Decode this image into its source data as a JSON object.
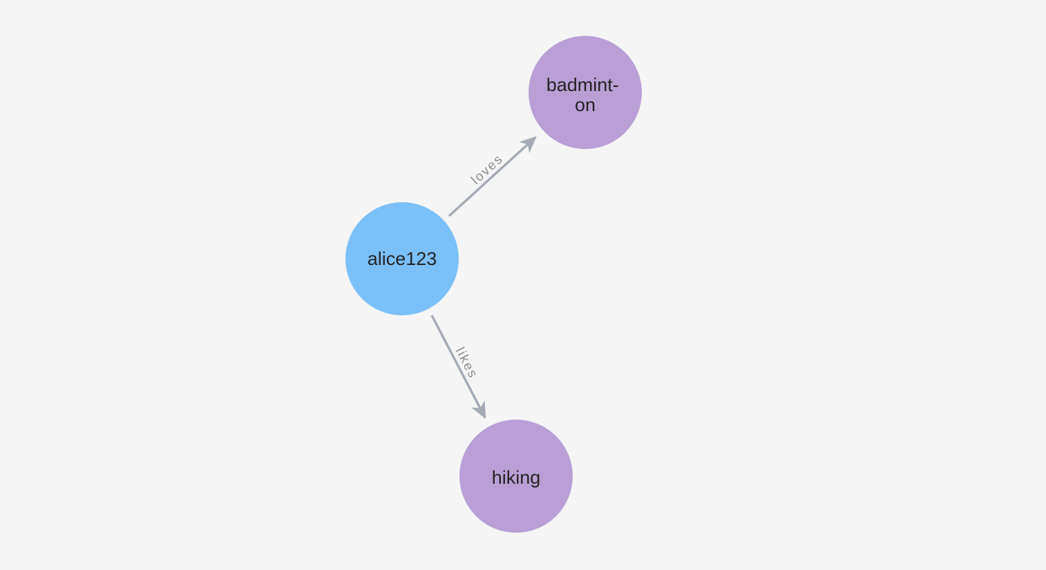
{
  "canvas": {
    "background": "#f4f5f4"
  },
  "graph": {
    "node_text_color": "#242424",
    "edge_color": "#a5abb6",
    "edge_label_color": "#8d8d8d",
    "nodes": [
      {
        "id": "alice123",
        "label": "alice123",
        "lines": [
          "alice123"
        ],
        "color": "#7cc0fa"
      },
      {
        "id": "badminton",
        "label": "badminton",
        "lines": [
          "badmint-",
          "on"
        ],
        "color": "#b99fd6"
      },
      {
        "id": "hiking",
        "label": "hiking",
        "lines": [
          "hiking"
        ],
        "color": "#b99fd6"
      }
    ],
    "edges": [
      {
        "label": "loves",
        "from": "alice123",
        "to": "badminton"
      },
      {
        "label": "likes",
        "from": "alice123",
        "to": "hiking"
      }
    ]
  }
}
